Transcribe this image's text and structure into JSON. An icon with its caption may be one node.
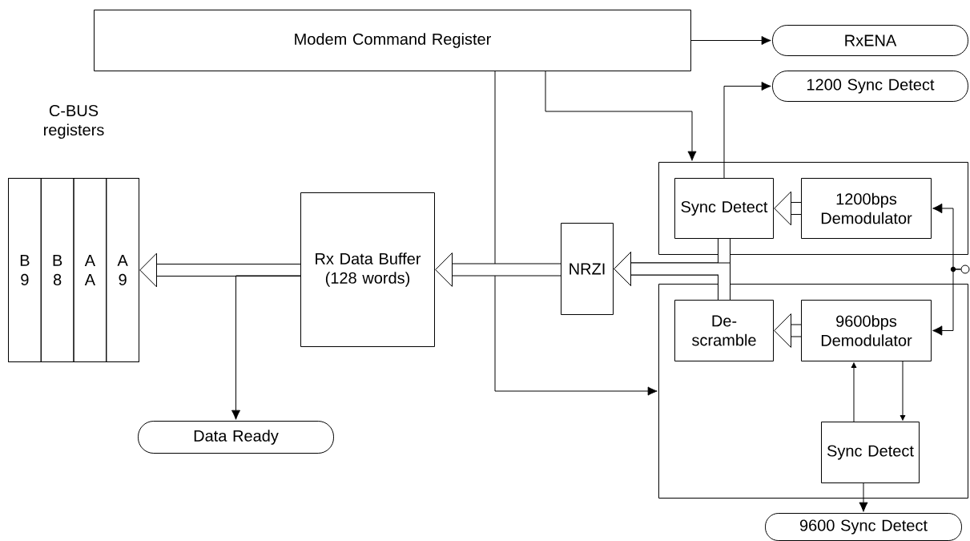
{
  "diagram": {
    "nodes": [
      {
        "text": [
          "Modem Command Register"
        ]
      },
      {
        "text": [
          "RxENA"
        ]
      },
      {
        "text": [
          "1200 Sync Detect"
        ]
      },
      {
        "text": [
          "C-BUS registers"
        ]
      },
      {
        "text": [
          "B 9"
        ],
        "in": 3
      },
      {
        "text": [
          "B 8"
        ],
        "in": 3
      },
      {
        "text": [
          "A A"
        ],
        "in": 3
      },
      {
        "text": [
          "A 9"
        ],
        "in": 3
      },
      {
        "text": [
          "Rx Data Buffer (128 words)"
        ]
      },
      {
        "text": [
          "NRZI"
        ]
      },
      {
        "text": [],
        "shape": "box"
      },
      {
        "text": [
          "Sync Detect"
        ],
        "in": 10
      },
      {
        "text": [
          "1200bps Demodulator"
        ],
        "in": 10
      },
      {
        "text": [],
        "shape": "box"
      },
      {
        "text": [
          "De- scramble"
        ],
        "in": 13
      },
      {
        "text": [
          "9600bps Demodulator"
        ],
        "in": 13
      },
      {
        "text": [
          "Sync Detect"
        ],
        "in": 13
      },
      {
        "text": [
          "9600 Sync Detect"
        ]
      },
      {
        "text": [
          "Data Ready"
        ]
      },
      {
        "text": [],
        "shape": "circle"
      }
    ],
    "edges": [
      {
        "from": 0,
        "to": 1,
        "arrow": "to"
      },
      {
        "from": 0,
        "to": 10,
        "arrow": "to"
      },
      {
        "from": 11,
        "to": 2,
        "arrow": "to"
      },
      {
        "from": 0,
        "to": 13,
        "arrow": "to"
      },
      {
        "from": 12,
        "to": 11,
        "arrow": "to",
        "style": "thick"
      },
      {
        "from": 15,
        "to": 14,
        "arrow": "to",
        "style": "thick"
      },
      {
        "from": 11,
        "to": 9,
        "arrow": "to",
        "style": "thick"
      },
      {
        "from": 14,
        "to": 9,
        "arrow": "to",
        "style": "thick"
      },
      {
        "from": 9,
        "to": 8,
        "arrow": "to",
        "style": "thick"
      },
      {
        "from": 8,
        "to": 7,
        "arrow": "to",
        "style": "thick"
      },
      {
        "from": 8,
        "to": 18,
        "arrow": "to"
      },
      {
        "from": 19,
        "to": 12,
        "arrow": "to"
      },
      {
        "from": 19,
        "to": 15,
        "arrow": "to"
      },
      {
        "from": 15,
        "to": 16,
        "arrow": "to"
      },
      {
        "from": 16,
        "to": 15,
        "arrow": "to"
      },
      {
        "from": 16,
        "to": 17,
        "arrow": "to"
      }
    ]
  }
}
